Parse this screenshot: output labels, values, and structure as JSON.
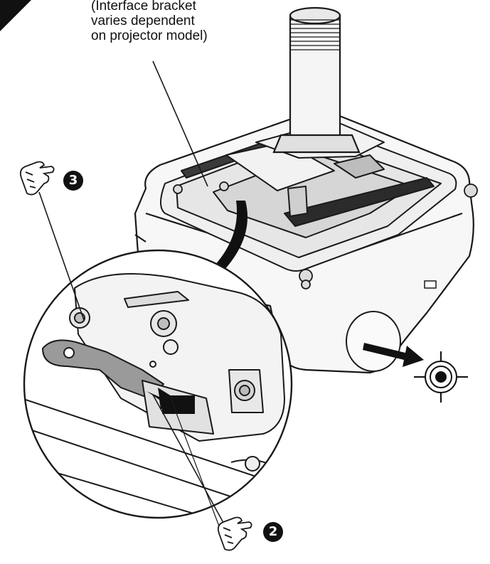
{
  "caption": {
    "line1": "(Interface bracket",
    "line2": "varies dependent",
    "line3": "on projector model)"
  },
  "steps": {
    "step_2": "2",
    "step_3": "3"
  },
  "colors": {
    "line": "#1a1a1a",
    "fill_light": "#f4f4f4",
    "fill_mid": "#d9d9d9",
    "fill_dark": "#555555",
    "badge": "#111111"
  },
  "icons": {
    "hand_step_3": "hand-pointing-icon",
    "hand_step_2": "hand-pointing-icon",
    "target": "crosshair-target-icon",
    "corner_badge": "corner-tab-icon"
  }
}
